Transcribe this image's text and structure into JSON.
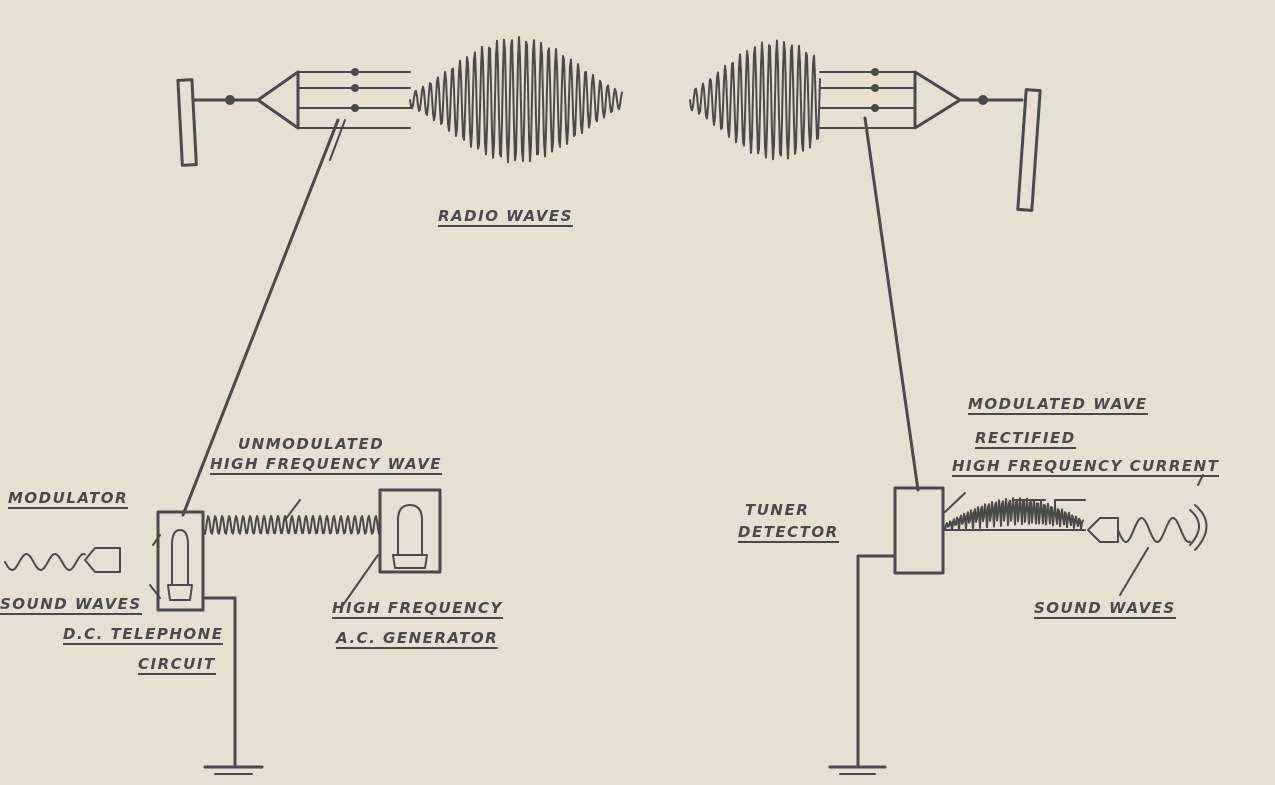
{
  "labels": {
    "radio_waves": "RADIO WAVES",
    "unmodulated": "UNMODULATED",
    "high_frequency_wave": "HIGH FREQUENCY WAVE",
    "modulator": "MODULATOR",
    "sound_waves_left": "SOUND WAVES",
    "dc_telephone": "D.C. TELEPHONE",
    "circuit": "CIRCUIT",
    "high_frequency": "HIGH FREQUENCY",
    "ac_generator": "A.C. GENERATOR",
    "modulated_wave": "MODULATED WAVE",
    "rectified": "RECTIFIED",
    "high_frequency_current": "HIGH FREQUENCY CURRENT",
    "tuner": "TUNER",
    "detector": "DETECTOR",
    "sound_waves_right": "SOUND WAVES"
  },
  "colors": {
    "ink": "#4a4a4a",
    "paper": "#e6e0d3"
  }
}
